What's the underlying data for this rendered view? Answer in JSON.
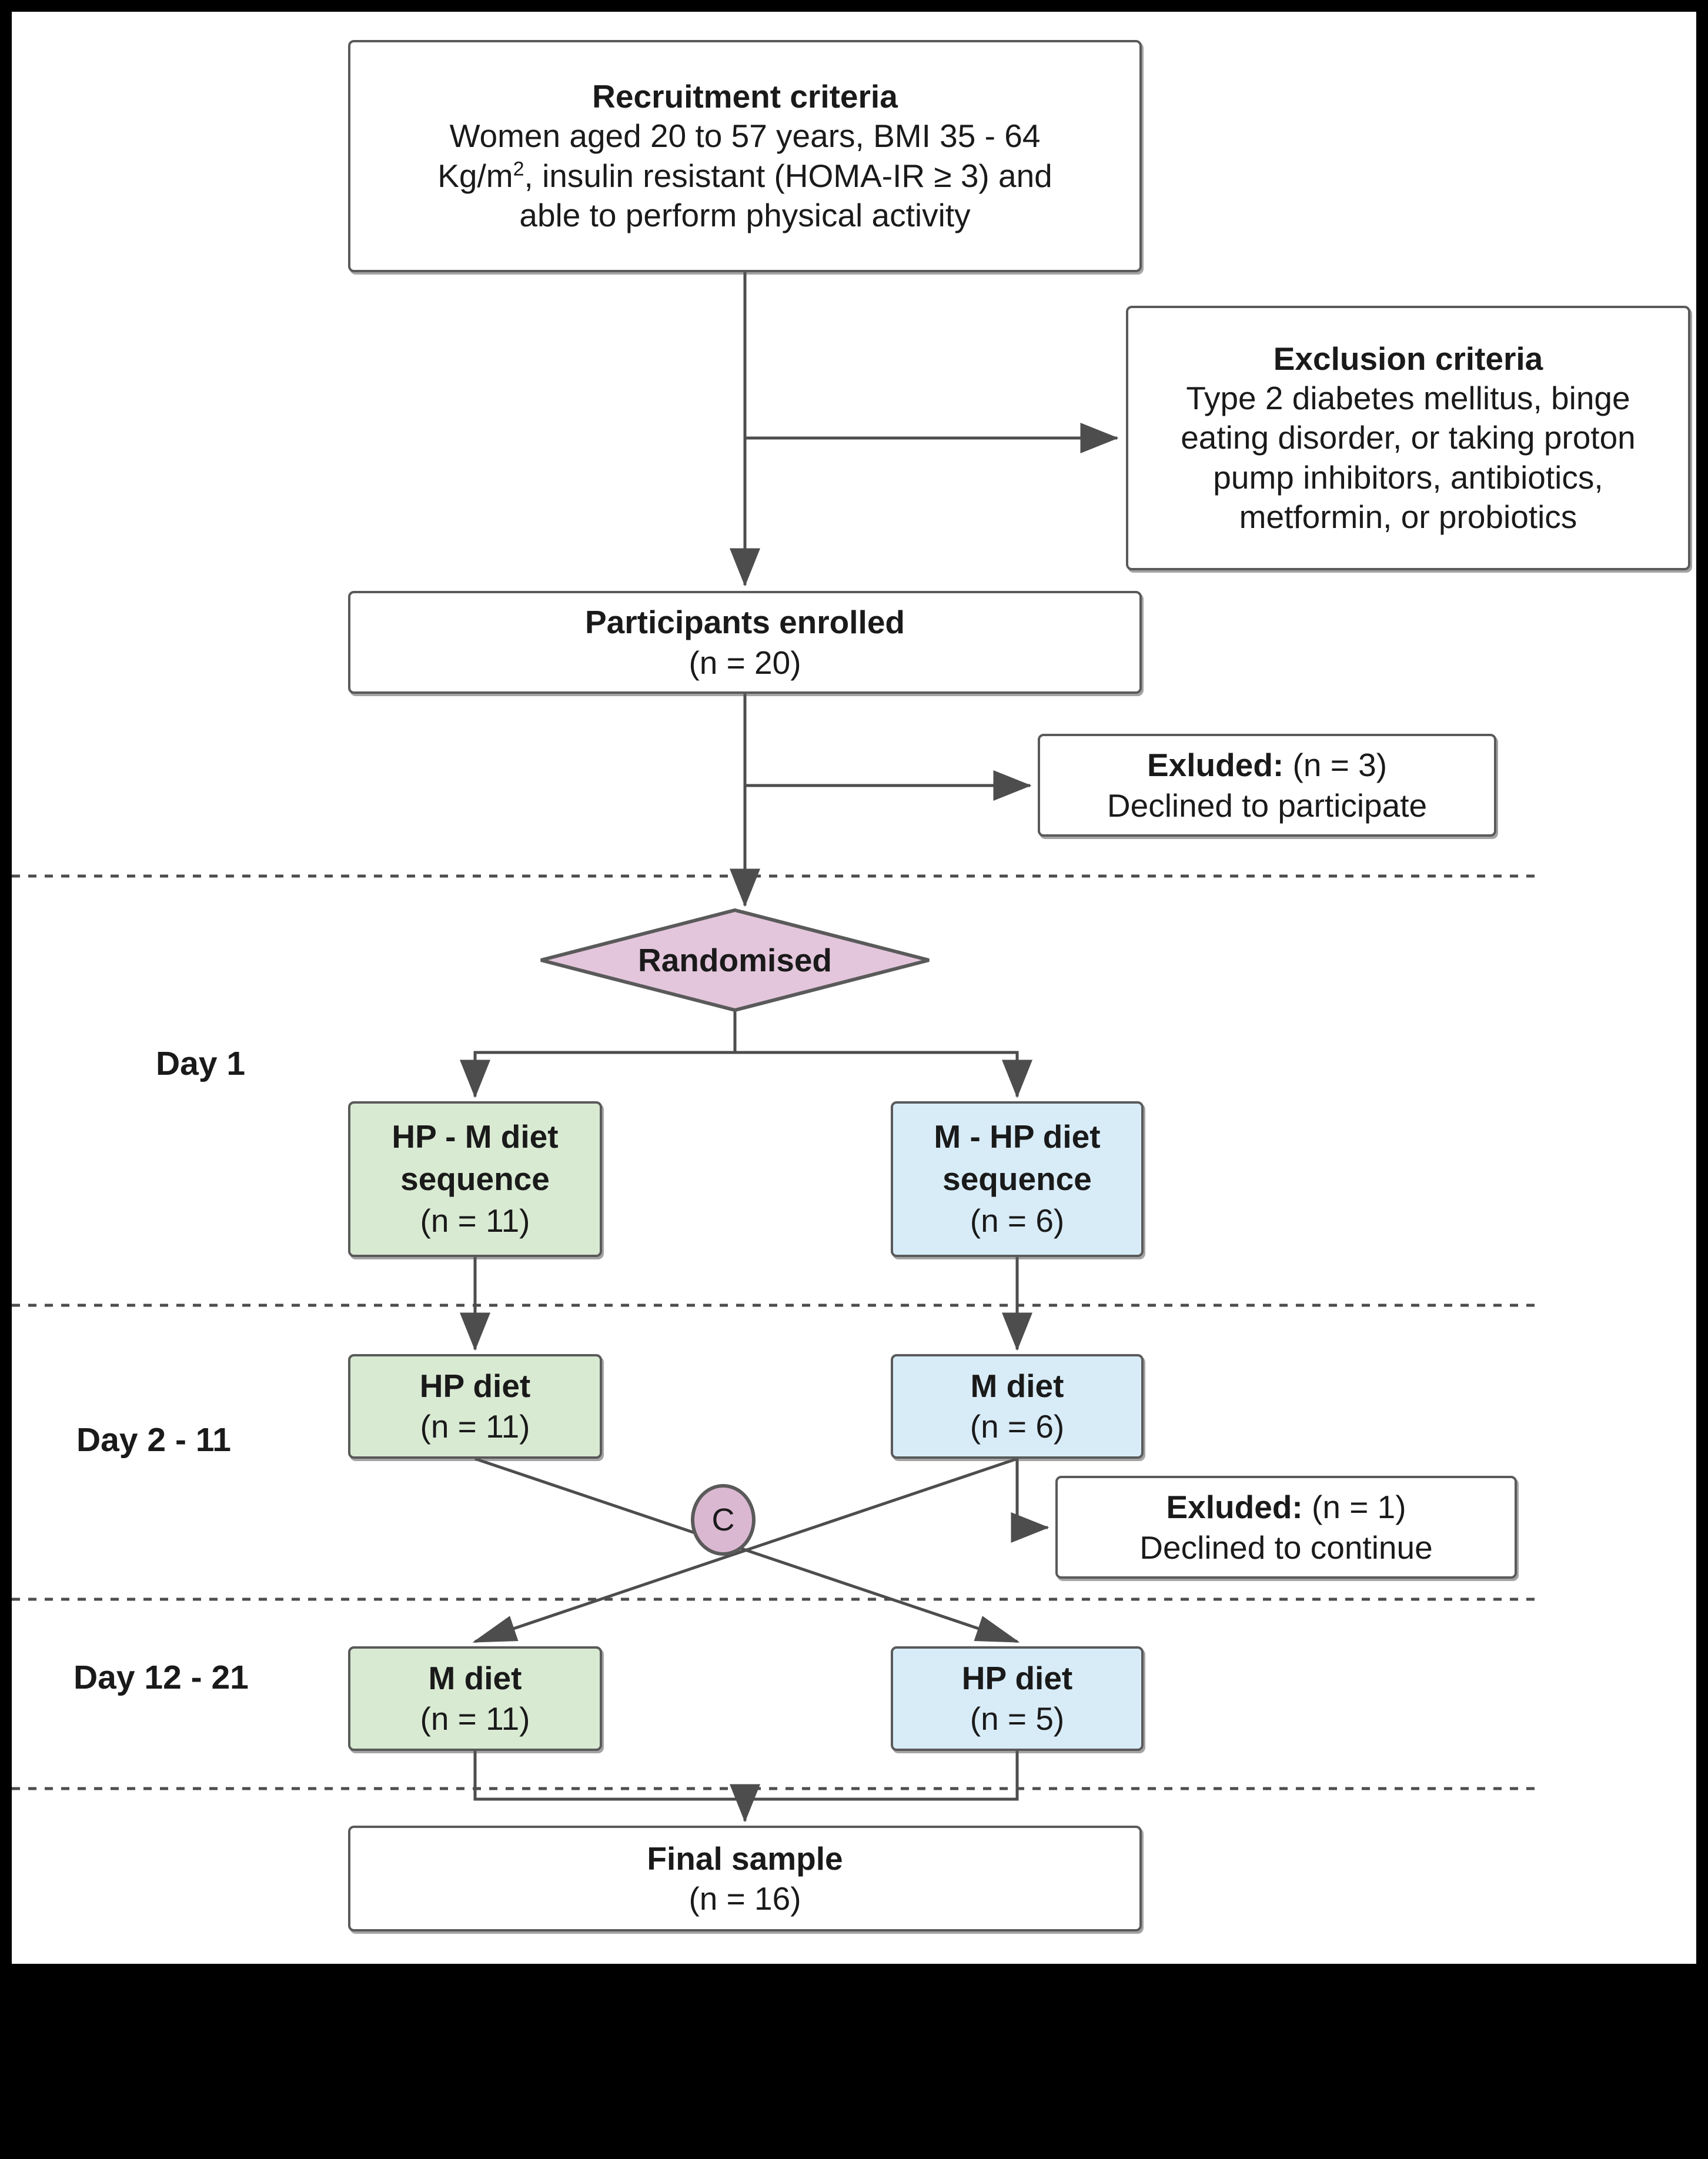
{
  "figure": {
    "type": "flowchart",
    "kind": "crossover-trial-consort-diagram"
  },
  "nodes": {
    "recruitment": {
      "title": "Recruitment criteria",
      "line1": "Women aged 20 to 57 years, BMI 35 - 64",
      "line2_a": "Kg/m",
      "line2_sup": "2",
      "line2_b": ", insulin resistant (HOMA-IR ≥ 3) and",
      "line3": "able to perform physical activity"
    },
    "exclusion": {
      "title": "Exclusion criteria",
      "line1": "Type 2 diabetes mellitus, binge",
      "line2": "eating disorder, or taking proton",
      "line3": "pump inhibitors, antibiotics,",
      "line4": "metformin, or probiotics"
    },
    "enrolled": {
      "title": "Participants enrolled",
      "count": "(n = 20)"
    },
    "excluded_1": {
      "title": "Exluded:",
      "count": "(n = 3)",
      "reason": "Declined to participate"
    },
    "excluded_2": {
      "title": "Exluded:",
      "count": "(n = 1)",
      "reason": "Declined to continue"
    },
    "randomised": {
      "label": "Randomised"
    },
    "crossover": {
      "label": "C"
    },
    "sequence_left": {
      "line1": "HP - M diet",
      "line2": "sequence",
      "count": "(n = 11)"
    },
    "sequence_right": {
      "line1": "M - HP diet",
      "line2": "sequence",
      "count": "(n = 6)"
    },
    "diet_left_period1": {
      "title": "HP diet",
      "count": "(n = 11)"
    },
    "diet_right_period1": {
      "title": "M diet",
      "count": "(n = 6)"
    },
    "diet_left_period2": {
      "title": "M diet",
      "count": "(n = 11)"
    },
    "diet_right_period2": {
      "title": "HP diet",
      "count": "(n = 5)"
    },
    "final": {
      "title": "Final sample",
      "count": "(n = 16)"
    }
  },
  "stages": {
    "day1": "Day 1",
    "day2_11": "Day 2 - 11",
    "day12_21": "Day 12 - 21"
  },
  "colors": {
    "sequence_left_fill": "#d9ead3",
    "sequence_right_fill": "#d8ecf8",
    "randomised_fill": "#e3c6dc",
    "crossover_fill": "#dbb8d2",
    "node_stroke": "#5a5a5a",
    "edge_stroke": "#4d4d4d",
    "page_background": "#000000",
    "canvas_background": "#ffffff"
  }
}
